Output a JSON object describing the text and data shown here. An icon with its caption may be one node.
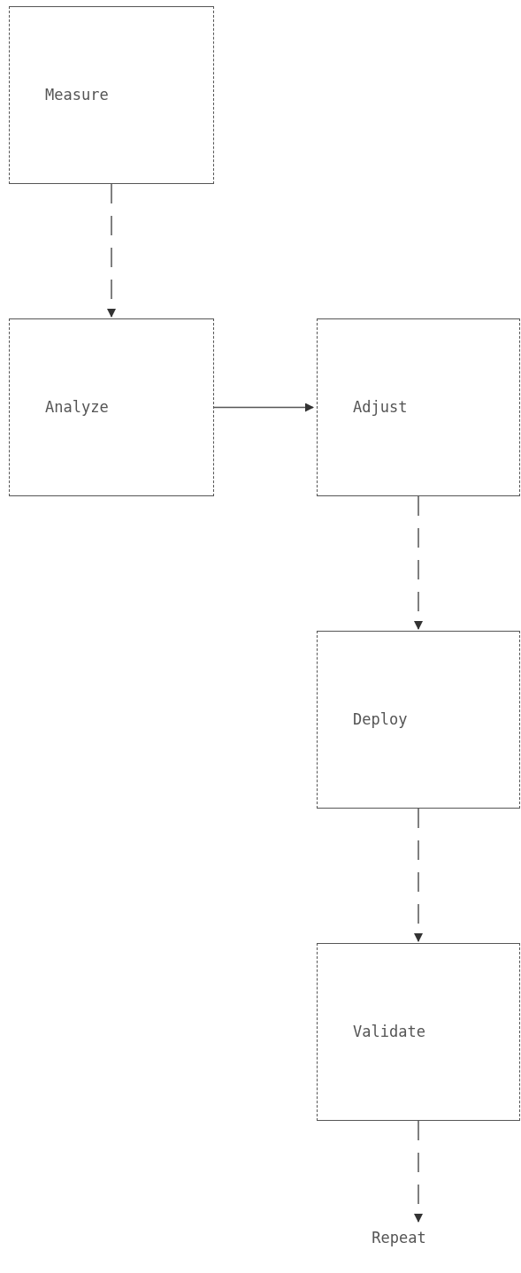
{
  "diagram": {
    "nodes": [
      {
        "text": [
          "Measure"
        ]
      },
      {
        "text": [
          "Analyze"
        ]
      },
      {
        "text": [
          "Adjust"
        ]
      },
      {
        "text": [
          "Deploy"
        ]
      },
      {
        "text": [
          "Validate"
        ]
      },
      {
        "text": [
          "Repeat"
        ]
      }
    ],
    "edges": [
      {
        "from": 0,
        "to": 1,
        "arrow": "to",
        "style": "dashed"
      },
      {
        "from": 1,
        "to": 2,
        "arrow": "to"
      },
      {
        "from": 2,
        "to": 3,
        "arrow": "to",
        "style": "dashed"
      },
      {
        "from": 3,
        "to": 4,
        "arrow": "to",
        "style": "dashed"
      },
      {
        "from": 4,
        "to": 5,
        "arrow": "to",
        "style": "dashed"
      }
    ]
  }
}
